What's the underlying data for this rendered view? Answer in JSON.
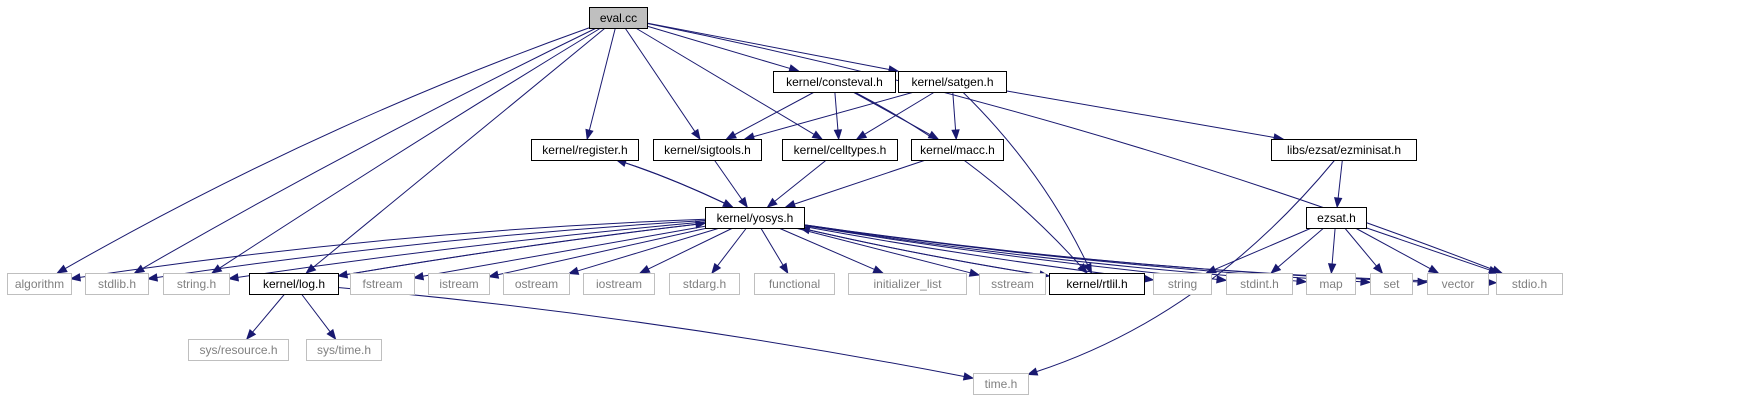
{
  "graph": {
    "colors": {
      "edge": "#191970",
      "root_fill": "#bfbfbf",
      "doc_border": "#000000",
      "external_border": "#bfbfbf",
      "external_text": "#808080"
    },
    "nodes": [
      {
        "id": "eval_cc",
        "label": "eval.cc",
        "kind": "root"
      },
      {
        "id": "consteval_h",
        "label": "kernel/consteval.h",
        "kind": "documented"
      },
      {
        "id": "satgen_h",
        "label": "kernel/satgen.h",
        "kind": "documented"
      },
      {
        "id": "register_h",
        "label": "kernel/register.h",
        "kind": "documented"
      },
      {
        "id": "sigtools_h",
        "label": "kernel/sigtools.h",
        "kind": "documented"
      },
      {
        "id": "celltypes_h",
        "label": "kernel/celltypes.h",
        "kind": "documented"
      },
      {
        "id": "macc_h",
        "label": "kernel/macc.h",
        "kind": "documented"
      },
      {
        "id": "ezminisat_h",
        "label": "libs/ezsat/ezminisat.h",
        "kind": "documented"
      },
      {
        "id": "yosys_h",
        "label": "kernel/yosys.h",
        "kind": "documented"
      },
      {
        "id": "ezsat_h",
        "label": "ezsat.h",
        "kind": "documented"
      },
      {
        "id": "algorithm",
        "label": "algorithm",
        "kind": "external"
      },
      {
        "id": "stdlib_h",
        "label": "stdlib.h",
        "kind": "external"
      },
      {
        "id": "string_h",
        "label": "string.h",
        "kind": "external"
      },
      {
        "id": "log_h",
        "label": "kernel/log.h",
        "kind": "documented"
      },
      {
        "id": "fstream",
        "label": "fstream",
        "kind": "external"
      },
      {
        "id": "istream",
        "label": "istream",
        "kind": "external"
      },
      {
        "id": "ostream",
        "label": "ostream",
        "kind": "external"
      },
      {
        "id": "iostream",
        "label": "iostream",
        "kind": "external"
      },
      {
        "id": "stdarg_h",
        "label": "stdarg.h",
        "kind": "external"
      },
      {
        "id": "functional",
        "label": "functional",
        "kind": "external"
      },
      {
        "id": "initializer_list",
        "label": "initializer_list",
        "kind": "external"
      },
      {
        "id": "sstream",
        "label": "sstream",
        "kind": "external"
      },
      {
        "id": "rtlil_h",
        "label": "kernel/rtlil.h",
        "kind": "documented"
      },
      {
        "id": "string",
        "label": "string",
        "kind": "external"
      },
      {
        "id": "stdint_h",
        "label": "stdint.h",
        "kind": "external"
      },
      {
        "id": "map",
        "label": "map",
        "kind": "external"
      },
      {
        "id": "set",
        "label": "set",
        "kind": "external"
      },
      {
        "id": "vector",
        "label": "vector",
        "kind": "external"
      },
      {
        "id": "stdio_h",
        "label": "stdio.h",
        "kind": "external"
      },
      {
        "id": "sys_resource_h",
        "label": "sys/resource.h",
        "kind": "external"
      },
      {
        "id": "sys_time_h",
        "label": "sys/time.h",
        "kind": "external"
      },
      {
        "id": "time_h",
        "label": "time.h",
        "kind": "external"
      }
    ],
    "edges": [
      {
        "from": "eval_cc",
        "to": "consteval_h"
      },
      {
        "from": "eval_cc",
        "to": "satgen_h"
      },
      {
        "from": "eval_cc",
        "to": "register_h"
      },
      {
        "from": "eval_cc",
        "to": "sigtools_h"
      },
      {
        "from": "eval_cc",
        "to": "celltypes_h"
      },
      {
        "from": "eval_cc",
        "to": "algorithm"
      },
      {
        "from": "eval_cc",
        "to": "stdlib_h"
      },
      {
        "from": "eval_cc",
        "to": "string_h"
      },
      {
        "from": "eval_cc",
        "to": "log_h"
      },
      {
        "from": "eval_cc",
        "to": "stdio_h"
      },
      {
        "from": "consteval_h",
        "to": "sigtools_h"
      },
      {
        "from": "consteval_h",
        "to": "celltypes_h"
      },
      {
        "from": "consteval_h",
        "to": "macc_h"
      },
      {
        "from": "consteval_h",
        "to": "rtlil_h"
      },
      {
        "from": "satgen_h",
        "to": "sigtools_h"
      },
      {
        "from": "satgen_h",
        "to": "celltypes_h"
      },
      {
        "from": "satgen_h",
        "to": "macc_h"
      },
      {
        "from": "satgen_h",
        "to": "rtlil_h"
      },
      {
        "from": "satgen_h",
        "to": "ezminisat_h"
      },
      {
        "from": "register_h",
        "to": "yosys_h"
      },
      {
        "from": "yosys_h",
        "to": "register_h"
      },
      {
        "from": "sigtools_h",
        "to": "yosys_h"
      },
      {
        "from": "celltypes_h",
        "to": "yosys_h"
      },
      {
        "from": "macc_h",
        "to": "yosys_h"
      },
      {
        "from": "ezminisat_h",
        "to": "ezsat_h"
      },
      {
        "from": "ezminisat_h",
        "to": "time_h"
      },
      {
        "from": "yosys_h",
        "to": "algorithm"
      },
      {
        "from": "yosys_h",
        "to": "stdlib_h"
      },
      {
        "from": "yosys_h",
        "to": "string_h"
      },
      {
        "from": "yosys_h",
        "to": "log_h"
      },
      {
        "from": "log_h",
        "to": "yosys_h"
      },
      {
        "from": "yosys_h",
        "to": "fstream"
      },
      {
        "from": "yosys_h",
        "to": "istream"
      },
      {
        "from": "yosys_h",
        "to": "ostream"
      },
      {
        "from": "yosys_h",
        "to": "iostream"
      },
      {
        "from": "yosys_h",
        "to": "stdarg_h"
      },
      {
        "from": "yosys_h",
        "to": "functional"
      },
      {
        "from": "yosys_h",
        "to": "initializer_list"
      },
      {
        "from": "yosys_h",
        "to": "sstream"
      },
      {
        "from": "yosys_h",
        "to": "rtlil_h"
      },
      {
        "from": "rtlil_h",
        "to": "yosys_h"
      },
      {
        "from": "yosys_h",
        "to": "string"
      },
      {
        "from": "yosys_h",
        "to": "stdint_h"
      },
      {
        "from": "yosys_h",
        "to": "map"
      },
      {
        "from": "yosys_h",
        "to": "set"
      },
      {
        "from": "yosys_h",
        "to": "vector"
      },
      {
        "from": "yosys_h",
        "to": "stdio_h"
      },
      {
        "from": "ezsat_h",
        "to": "string"
      },
      {
        "from": "ezsat_h",
        "to": "stdint_h"
      },
      {
        "from": "ezsat_h",
        "to": "map"
      },
      {
        "from": "ezsat_h",
        "to": "set"
      },
      {
        "from": "ezsat_h",
        "to": "vector"
      },
      {
        "from": "ezsat_h",
        "to": "stdio_h"
      },
      {
        "from": "log_h",
        "to": "sys_resource_h"
      },
      {
        "from": "log_h",
        "to": "sys_time_h"
      },
      {
        "from": "log_h",
        "to": "time_h"
      }
    ]
  }
}
